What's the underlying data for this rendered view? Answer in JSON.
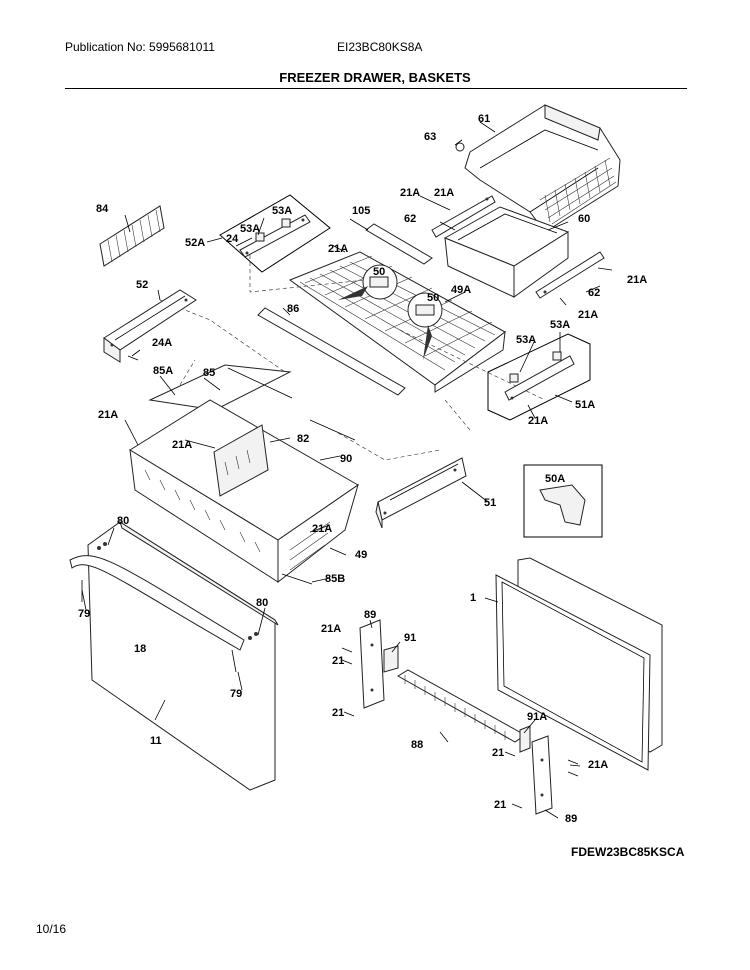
{
  "header": {
    "publication": "Publication No: 5995681011",
    "model": "EI23BC80KS8A",
    "title": "FREEZER DRAWER, BASKETS"
  },
  "diagram_code": "FDEW23BC85KSCA",
  "page_number": "10/16",
  "callouts": {
    "p61": "61",
    "p63": "63",
    "p21a_1": "21A",
    "p21a_2": "21A",
    "p62_1": "62",
    "p60": "60",
    "p21a_3": "21A",
    "p62_2": "62",
    "p21a_4": "21A",
    "p84": "84",
    "p53a_1": "53A",
    "p53a_2": "53A",
    "p24": "24",
    "p52a": "52A",
    "p105": "105",
    "p21a_5": "21A",
    "p50_1": "50",
    "p50_2": "50",
    "p49a": "49A",
    "p52": "52",
    "p86": "86",
    "p24a": "24A",
    "p53a_3": "53A",
    "p53a_4": "53A",
    "p85a": "85A",
    "p85": "85",
    "p51a": "51A",
    "p21a_6": "21A",
    "p21a_7": "21A",
    "p21a_8": "21A",
    "p82": "82",
    "p90": "90",
    "p50a": "50A",
    "p51": "51",
    "p80_1": "80",
    "p21a_9": "21A",
    "p49": "49",
    "p85b": "85B",
    "p79_1": "79",
    "p1": "1",
    "p80_2": "80",
    "p89_1": "89",
    "p21a_10": "21A",
    "p91": "91",
    "p21_1": "21",
    "p18": "18",
    "p79_2": "79",
    "p21_2": "21",
    "p91a": "91A",
    "p11": "11",
    "p88": "88",
    "p21_3": "21",
    "p21a_11": "21A",
    "p21_4": "21",
    "p89_2": "89"
  }
}
